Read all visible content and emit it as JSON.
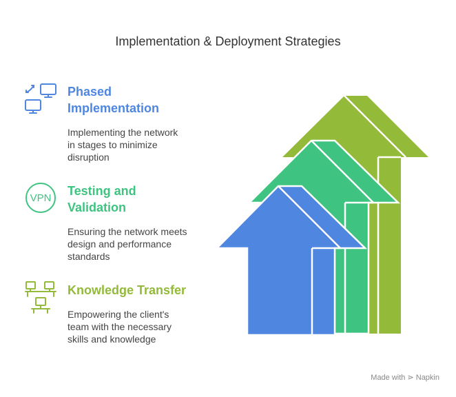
{
  "title": "Implementation & Deployment Strategies",
  "colors": {
    "blue": "#4F86E0",
    "green": "#3EC480",
    "lime": "#93BA38"
  },
  "items": [
    {
      "heading_line1": "Phased",
      "heading_line2": "Implementation",
      "description": [
        "Implementing the network",
        "in stages to minimize",
        "disruption"
      ],
      "icon": "computer-transfer-icon"
    },
    {
      "heading_line1": "Testing and",
      "heading_line2": "Validation",
      "description": [
        "Ensuring the network meets",
        "design and performance",
        "standards"
      ],
      "icon": "vpn-icon",
      "icon_text": "VPN"
    },
    {
      "heading_line1": "Knowledge Transfer",
      "description": [
        "Empowering the client's",
        "team with the necessary",
        "skills and knowledge"
      ],
      "icon": "network-computers-icon"
    }
  ],
  "footer": "Made with ⋗ Napkin"
}
